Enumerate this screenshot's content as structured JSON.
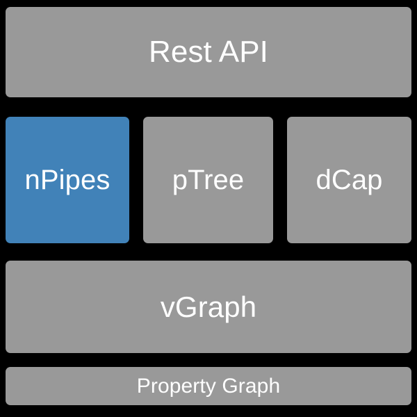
{
  "diagram": {
    "title": "Software stack layer diagram",
    "background_color": "#000000",
    "colors": {
      "default_fill": "#999999",
      "highlight_fill": "#4182b8",
      "label_color": "#ffffff"
    },
    "layers": [
      {
        "id": "rest-api",
        "label": "Rest API",
        "fill": "#999999",
        "highlighted": false,
        "row": 1
      },
      {
        "id": "npipes",
        "label": "nPipes",
        "fill": "#4182b8",
        "highlighted": true,
        "row": 2
      },
      {
        "id": "ptree",
        "label": "pTree",
        "fill": "#999999",
        "highlighted": false,
        "row": 2
      },
      {
        "id": "dcap",
        "label": "dCap",
        "fill": "#999999",
        "highlighted": false,
        "row": 2
      },
      {
        "id": "vgraph",
        "label": "vGraph",
        "fill": "#999999",
        "highlighted": false,
        "row": 3
      },
      {
        "id": "property-graph",
        "label": "Property Graph",
        "fill": "#999999",
        "highlighted": false,
        "row": 4
      }
    ]
  }
}
